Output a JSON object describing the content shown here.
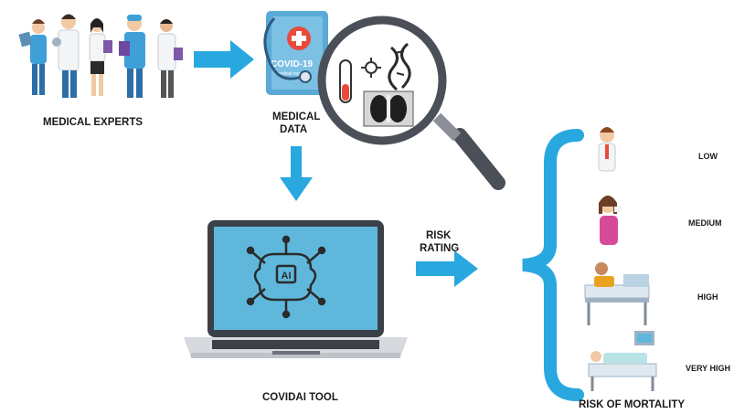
{
  "labels": {
    "medical_experts": "MEDICAL EXPERTS",
    "medical_data_line1": "MEDICAL",
    "medical_data_line2": "DATA",
    "covid_report_title": "COVID-19",
    "covid_report_subtitle": "medical report",
    "ai_chip": "AI",
    "covidai_tool": "COVIDAI TOOL",
    "risk_rating_line1": "RISK",
    "risk_rating_line2": "RATING",
    "risk_of_mortality": "RISK OF MORTALITY"
  },
  "risk_levels": [
    {
      "label": "LOW",
      "icon": "standing-person-icon"
    },
    {
      "label": "MEDIUM",
      "icon": "coughing-person-icon"
    },
    {
      "label": "HIGH",
      "icon": "hospital-bed-patient-icon"
    },
    {
      "label": "VERY HIGH",
      "icon": "icu-bed-patient-icon"
    }
  ],
  "colors": {
    "arrow": "#29a8e0",
    "brace": "#29a8e0",
    "laptop_screen": "#5fb8dc",
    "laptop_body": "#3b3f48",
    "report": "#5aa9d6",
    "report_cross": "#e84a3c",
    "magnifier_rim": "#4a4f58",
    "text": "#1a1a1a"
  }
}
